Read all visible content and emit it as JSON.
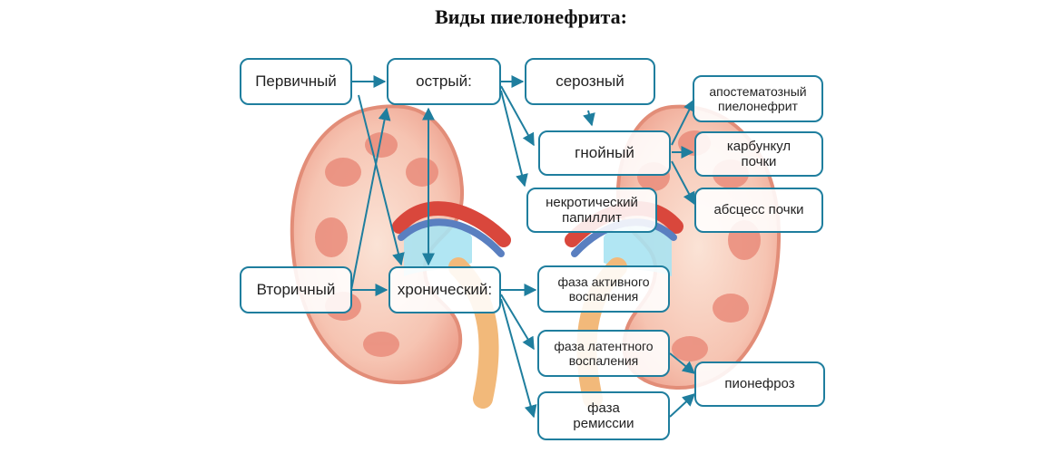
{
  "title": "Виды пиелонефрита:",
  "boxes": {
    "primary": "Первичный",
    "secondary": "Вторичный",
    "acute": "острый:",
    "chronic": "хронический:",
    "serous": "серозный",
    "purulent": "гнойный",
    "necrotic": "некротический\nпапиллит",
    "apostematous": "апостематозный\nпиелонефрит",
    "carbuncle": "карбункул\nпочки",
    "abscess": "абсцесс почки",
    "active": "фаза активного\nвоспаления",
    "latent": "фаза латентного\nвоспаления",
    "remission": "фаза\nремиссии",
    "pyonephrosis": "пионефроз"
  },
  "colors": {
    "box_border": "#1f7e9e",
    "arrow": "#1f7e9e",
    "kidney_capsule": "#e9a08c",
    "kidney_cortex": "#f6c8b6",
    "kidney_pyramid": "#e98a7a",
    "pelvis": "#a9e3f2",
    "ureter": "#f2b97a",
    "artery": "#d9473c"
  }
}
